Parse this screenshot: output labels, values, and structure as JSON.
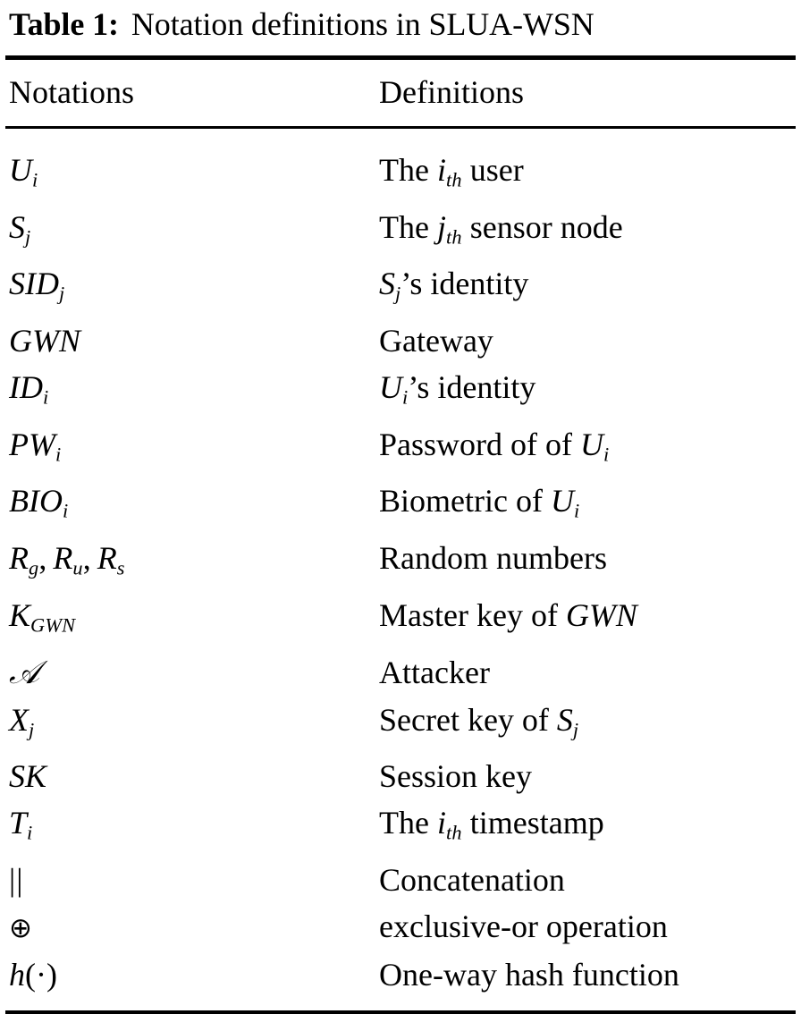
{
  "caption": {
    "label": "Table 1:",
    "text": "Notation definitions in SLUA-WSN"
  },
  "table": {
    "headers": {
      "notations": "Notations",
      "definitions": "Definitions"
    },
    "rows": [
      {
        "notation": "U_i",
        "notation_text": "Ui",
        "definition": "The i_th user",
        "definition_text": "The ith user"
      },
      {
        "notation": "S_j",
        "notation_text": "Sj",
        "definition": "The j_th sensor node",
        "definition_text": "The jth sensor node"
      },
      {
        "notation": "SID_j",
        "notation_text": "SIDj",
        "definition": "S_j's identity",
        "definition_text": "Sj's identity"
      },
      {
        "notation": "GWN",
        "notation_text": "GWN",
        "definition": "Gateway",
        "definition_text": "Gateway"
      },
      {
        "notation": "ID_i",
        "notation_text": "IDi",
        "definition": "U_i's identity",
        "definition_text": "Ui's identity"
      },
      {
        "notation": "PW_i",
        "notation_text": "PWi",
        "definition": "Password of of U_i",
        "definition_text": "Password of of Ui"
      },
      {
        "notation": "BIO_i",
        "notation_text": "BIOi",
        "definition": "Biometric of U_i",
        "definition_text": "Biometric of Ui"
      },
      {
        "notation": "R_g, R_u, R_s",
        "notation_text": "Rg, Ru, Rs",
        "definition": "Random numbers",
        "definition_text": "Random numbers"
      },
      {
        "notation": "K_GWN",
        "notation_text": "KGWN",
        "definition": "Master key of GWN",
        "definition_text": "Master key of GWN"
      },
      {
        "notation": "A",
        "notation_text": "ᴀ",
        "definition": "Attacker",
        "definition_text": "Attacker"
      },
      {
        "notation": "X_j",
        "notation_text": "Xj",
        "definition": "Secret key of S_j",
        "definition_text": "Secret key of Sj"
      },
      {
        "notation": "SK",
        "notation_text": "SK",
        "definition": "Session key",
        "definition_text": "Session key"
      },
      {
        "notation": "T_i",
        "notation_text": "Ti",
        "definition": "The i_th timestamp",
        "definition_text": "The ith timestamp"
      },
      {
        "notation": "||",
        "notation_text": "||",
        "definition": "Concatenation",
        "definition_text": "Concatenation"
      },
      {
        "notation": "xor",
        "notation_text": "⊕",
        "definition": "exclusive-or operation",
        "definition_text": "exclusive-or operation"
      },
      {
        "notation": "h(.)",
        "notation_text": "h(·)",
        "definition": "One-way hash function",
        "definition_text": "One-way hash function"
      }
    ]
  },
  "symbols": {
    "script_a": "𝒜",
    "circled_plus": "⊕",
    "double_bar": "||",
    "middle_dot": "·"
  },
  "colors": {
    "text": "#000000",
    "background": "#ffffff",
    "rule": "#000000"
  }
}
